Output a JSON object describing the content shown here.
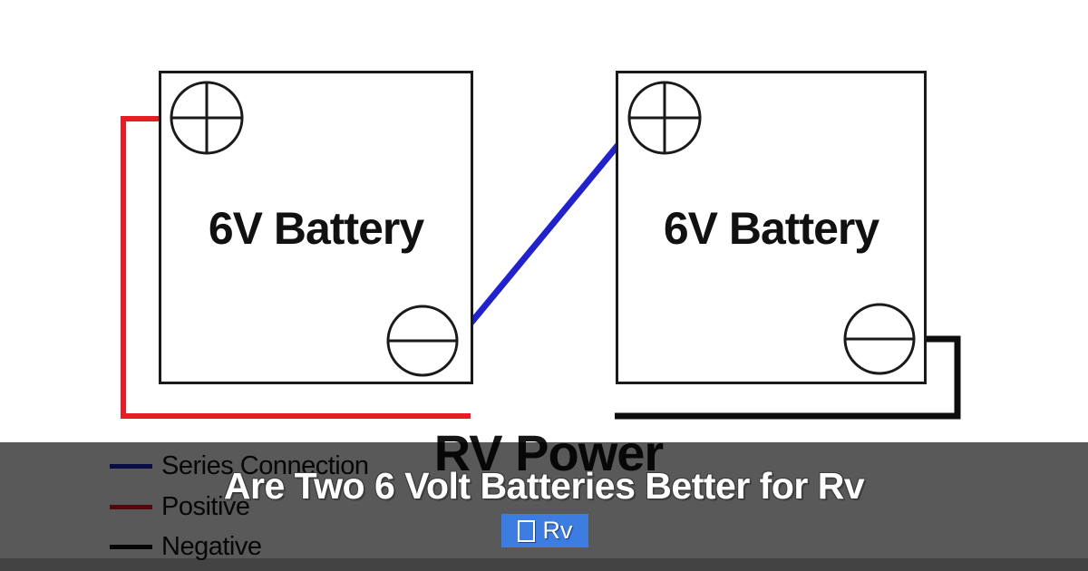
{
  "diagram": {
    "batteries": [
      {
        "label": "6V Battery"
      },
      {
        "label": "6V Battery"
      }
    ],
    "caption": "RV Power",
    "terminal_icons": {
      "positive": "plus-terminal-icon",
      "negative": "minus-terminal-icon"
    },
    "legend": [
      {
        "label": "Series Connection",
        "color": "#2323c4"
      },
      {
        "label": "Positive",
        "color": "#e81c24"
      },
      {
        "label": "Negative",
        "color": "#111111"
      }
    ]
  },
  "colors": {
    "outline": "#1a1a1a",
    "series_wire": "#2222cc",
    "positive_wire": "#e81c24",
    "negative_wire": "#0d0d0d",
    "overlay": "rgba(0,0,0,0.65)",
    "badge": "#3d7ce0"
  },
  "overlay_bar": {
    "title": "Are Two 6 Volt Batteries Better for Rv",
    "badge": {
      "icon": "missing-glyph-square-icon",
      "label": "Rv"
    }
  }
}
